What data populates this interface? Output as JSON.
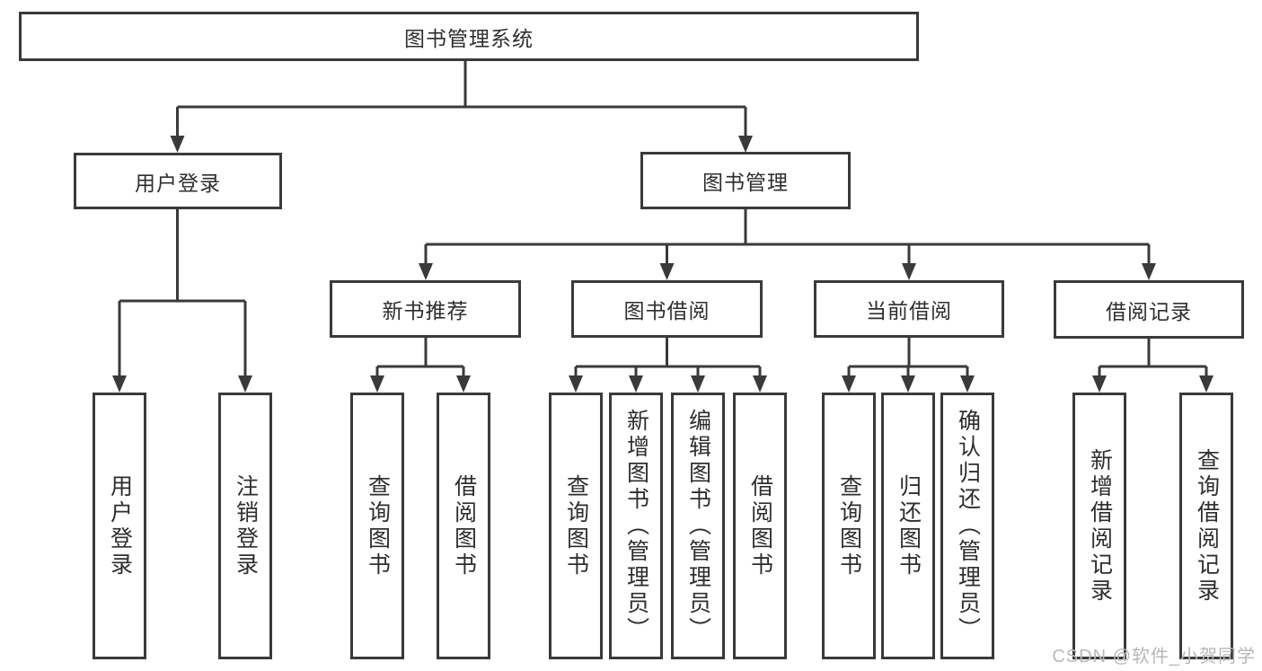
{
  "diagram": {
    "root": {
      "label": "图书管理系统"
    },
    "level1": [
      {
        "label": "用户登录",
        "children": [
          "用户登录",
          "注销登录"
        ]
      },
      {
        "label": "图书管理",
        "children": [
          "新书推荐",
          "图书借阅",
          "当前借阅",
          "借阅记录"
        ]
      }
    ],
    "level2": [
      {
        "label": "新书推荐",
        "children": [
          "查询图书",
          "借阅图书"
        ]
      },
      {
        "label": "图书借阅",
        "children": [
          "查询图书",
          "新增图书（管理员）",
          "编辑图书（管理员）",
          "借阅图书"
        ]
      },
      {
        "label": "当前借阅",
        "children": [
          "查询图书",
          "归还图书",
          "确认归还（管理员）"
        ]
      },
      {
        "label": "借阅记录",
        "children": [
          "新增借阅记录",
          "查询借阅记录"
        ]
      }
    ],
    "leaves": [
      {
        "label": "用户登录",
        "parent": "用户登录"
      },
      {
        "label": "注销登录",
        "parent": "用户登录"
      },
      {
        "label": "查询图书",
        "parent": "新书推荐"
      },
      {
        "label": "借阅图书",
        "parent": "新书推荐"
      },
      {
        "label": "查询图书",
        "parent": "图书借阅"
      },
      {
        "label": "新增图书（管理员）",
        "parent": "图书借阅"
      },
      {
        "label": "编辑图书（管理员）",
        "parent": "图书借阅"
      },
      {
        "label": "借阅图书",
        "parent": "图书借阅"
      },
      {
        "label": "查询图书",
        "parent": "当前借阅"
      },
      {
        "label": "归还图书",
        "parent": "当前借阅"
      },
      {
        "label": "确认归还（管理员）",
        "parent": "当前借阅"
      },
      {
        "label": "新增借阅记录",
        "parent": "借阅记录"
      },
      {
        "label": "查询借阅记录",
        "parent": "借阅记录"
      }
    ]
  },
  "watermark": {
    "text": "CSDN @软件_小贺同学"
  },
  "colors": {
    "line": "#3a3a3a",
    "text": "#2e2e2e",
    "watermark": "#b8b8b8",
    "background": "#ffffff"
  }
}
